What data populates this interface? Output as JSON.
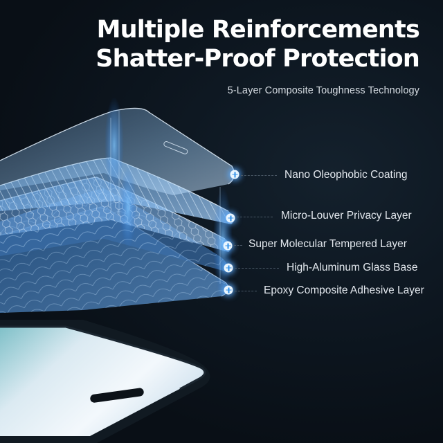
{
  "headline": {
    "line1": "Multiple Reinforcements",
    "line2": "Shatter-Proof Protection"
  },
  "subtitle": "5-Layer Composite Toughness Technology",
  "layers": [
    {
      "label": "Nano Oleophobic Coating",
      "marker_icon": "plus-circle-icon"
    },
    {
      "label": "Micro-Louver Privacy Layer",
      "marker_icon": "plus-circle-icon"
    },
    {
      "label": "Super Molecular Tempered Layer",
      "marker_icon": "plus-circle-icon"
    },
    {
      "label": "High-Aluminum Glass Base",
      "marker_icon": "plus-circle-icon"
    },
    {
      "label": "Epoxy Composite Adhesive Layer",
      "marker_icon": "plus-circle-icon"
    }
  ],
  "colors": {
    "background": "#0b131c",
    "glow_blue": "#2f8fe8",
    "text": "#ffffff"
  }
}
